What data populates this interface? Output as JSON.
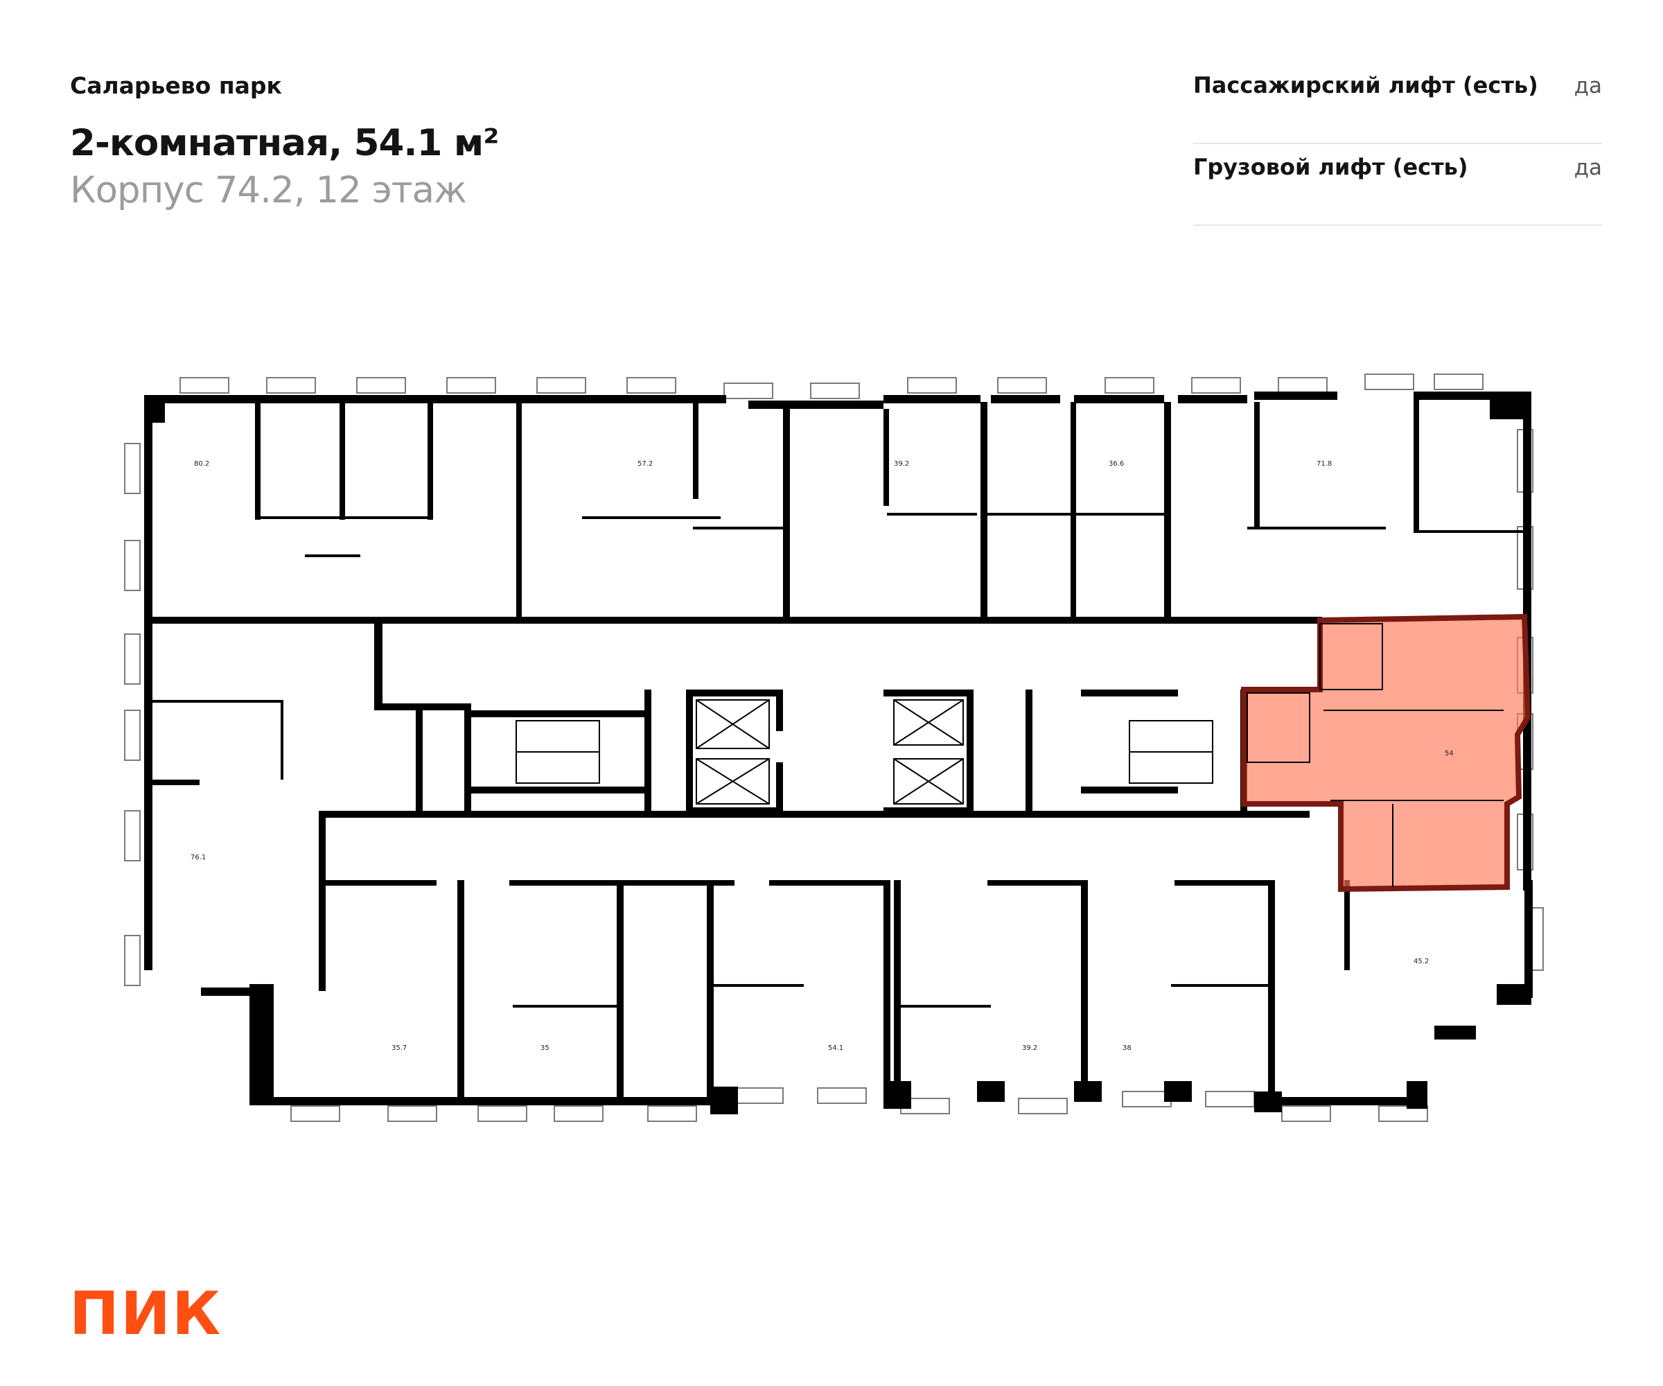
{
  "header": {
    "project": "Саларьево парк",
    "title": "2-комнатная, 54.1 м²",
    "subtitle": "Корпус 74.2, 12 этаж"
  },
  "properties": [
    {
      "label": "Пассажирский лифт (есть)",
      "value": "да"
    },
    {
      "label": "Грузовой лифт (есть)",
      "value": "да"
    }
  ],
  "plan": {
    "apartment_areas_top": [
      "80.2",
      "57.2",
      "39.2",
      "36.6",
      "71.8"
    ],
    "apartment_areas_left": [
      "76.1"
    ],
    "apartment_areas_bottom": [
      "35.7",
      "35",
      "54.1",
      "39.2",
      "38",
      "45.2"
    ],
    "highlighted_area": "54",
    "highlight_color": "#ff7a59"
  },
  "brand": {
    "logo_text": "ПИК",
    "color": "#ff4f12"
  }
}
